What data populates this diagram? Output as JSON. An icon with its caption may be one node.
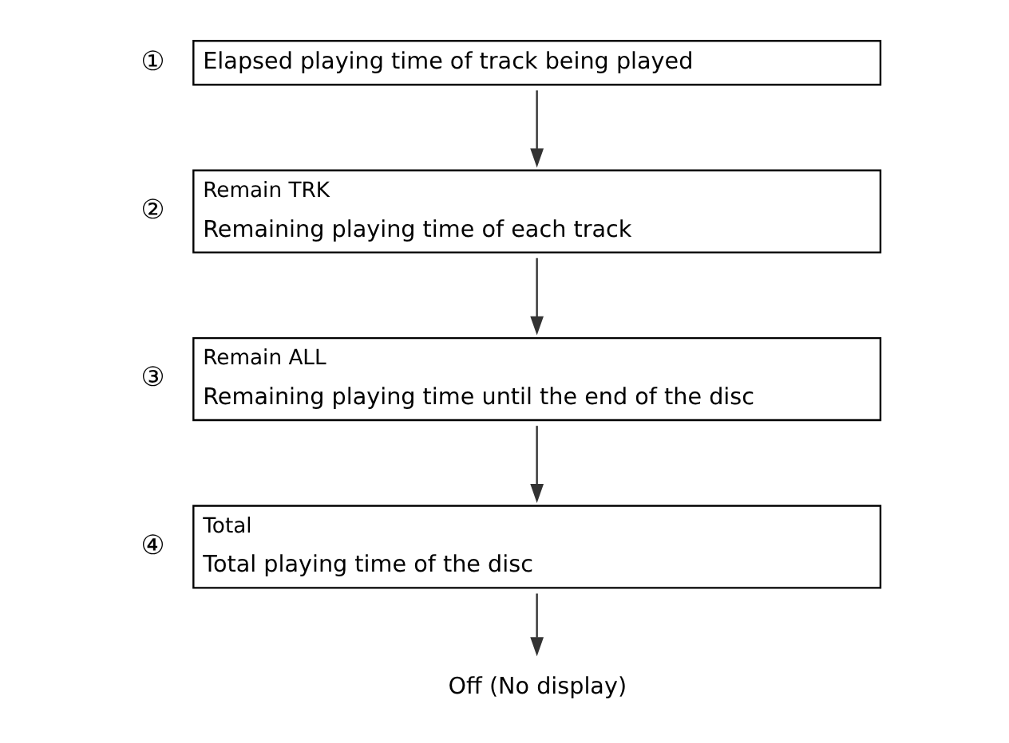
{
  "diagram": {
    "nodes": [
      {
        "text": [
          "Elapsed playing time of track being played"
        ],
        "beside": [
          "①"
        ]
      },
      {
        "text": [
          "Remain TRK",
          "Remaining playing time of each track"
        ],
        "beside": [
          "②"
        ]
      },
      {
        "text": [
          "Remain ALL",
          "Remaining playing time until the end of the disc"
        ],
        "beside": [
          "③"
        ]
      },
      {
        "text": [
          "Total",
          "Total playing time of the disc"
        ],
        "beside": [
          "④"
        ]
      },
      {
        "text": [
          "Off (No display)"
        ]
      }
    ],
    "edges": [
      {
        "from": 0,
        "to": 1,
        "arrow": "to"
      },
      {
        "from": 1,
        "to": 2,
        "arrow": "to"
      },
      {
        "from": 2,
        "to": 3,
        "arrow": "to"
      },
      {
        "from": 3,
        "to": 4,
        "arrow": "to"
      }
    ]
  }
}
